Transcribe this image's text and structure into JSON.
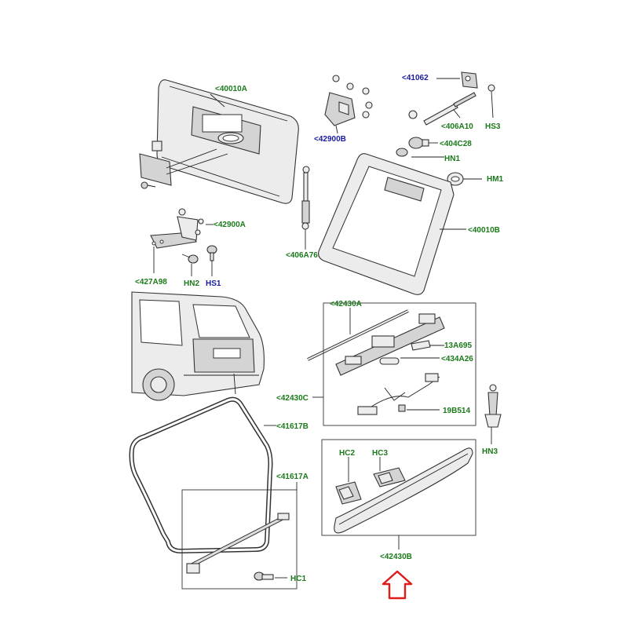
{
  "colors": {
    "label_green": "#1a7a1a",
    "label_blue": "#1a1aa0",
    "arrow_red": "#e01b1b"
  },
  "labels": {
    "l40010A": "<40010A",
    "l42900B": "<42900B",
    "l41062": "<41062",
    "l406A10": "<406A10",
    "lHS3": "HS3",
    "l404C28": "<404C28",
    "lHN1": "HN1",
    "lHM1": "HM1",
    "l40010B": "<40010B",
    "l42900A": "<42900A",
    "l427A98": "<427A98",
    "lHN2": "HN2",
    "lHS1": "HS1",
    "l406A76": "<406A76",
    "l42430A": "<42430A",
    "l13A695": "13A695",
    "l434A26": "<434A26",
    "l42430C": "<42430C",
    "l19B514": "19B514",
    "lHN3": "HN3",
    "l41617B": "<41617B",
    "lHC2": "HC2",
    "lHC3": "HC3",
    "l41617A": "<41617A",
    "lHC1": "HC1",
    "l42430B": "<42430B"
  },
  "icons": {
    "pointer": "up-arrow-icon"
  }
}
